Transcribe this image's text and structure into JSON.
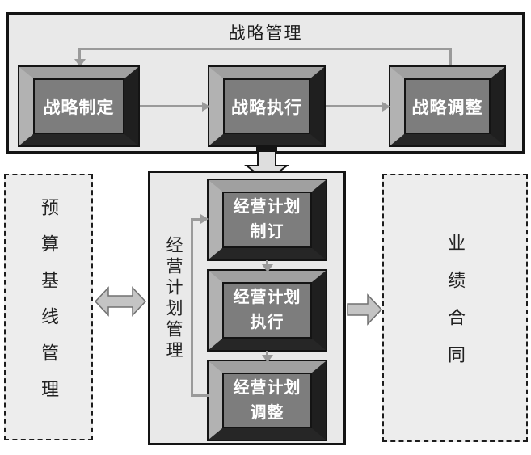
{
  "strategy": {
    "title": "战略管理",
    "boxes": [
      {
        "label": "战略制定"
      },
      {
        "label": "战略执行"
      },
      {
        "label": "战略调整"
      }
    ]
  },
  "plan": {
    "side_label": "经营计划管理",
    "boxes": [
      {
        "label": "经营计划\n制订"
      },
      {
        "label": "经营计划\n执行"
      },
      {
        "label": "经营计划\n调整"
      }
    ]
  },
  "budget": {
    "label": "预算基线管理"
  },
  "performance": {
    "label": "业绩合同"
  },
  "colors": {
    "panel_fill": "#e9e9e9",
    "panel_border": "#141414",
    "box_face": "#7d7d7d",
    "box_text": "#ffffff",
    "line_arrow": "#9a9a9a",
    "block_arrow_fill": "#c4c4c4",
    "big_arrow_fill": "#dedede"
  }
}
